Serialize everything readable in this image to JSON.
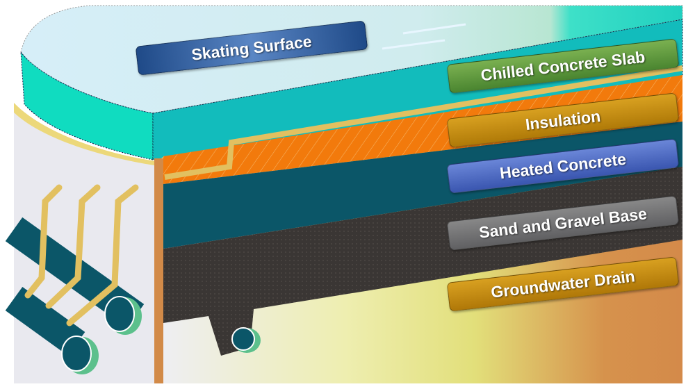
{
  "diagram": {
    "layers": [
      {
        "id": "skating",
        "label": "Skating Surface",
        "color": "#2d5c9c"
      },
      {
        "id": "chilled",
        "label": "Chilled Concrete Slab",
        "color": "#5d9a3c"
      },
      {
        "id": "insulation",
        "label": "Insulation",
        "color": "#c28c12"
      },
      {
        "id": "heated",
        "label": "Heated Concrete",
        "color": "#4a66c2"
      },
      {
        "id": "gravel",
        "label": "Sand and Gravel Base",
        "color": "#6e6e70"
      },
      {
        "id": "drain",
        "label": "Groundwater Drain",
        "color": "#c0870c"
      }
    ]
  }
}
